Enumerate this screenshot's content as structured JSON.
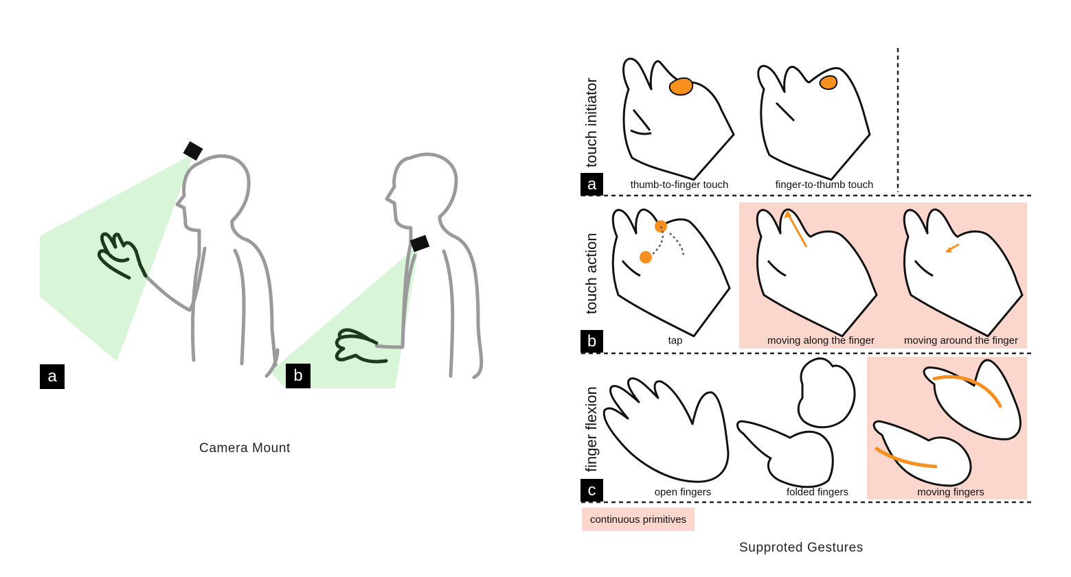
{
  "captions": {
    "left": "Camera Mount",
    "right": "Supproted Gestures"
  },
  "mount_badges": {
    "a": "a",
    "b": "b"
  },
  "rows": [
    {
      "badge": "a",
      "category": "touch initiator",
      "items": [
        "thumb-to-finger touch",
        "finger-to-thumb touch"
      ]
    },
    {
      "badge": "b",
      "category": "touch action",
      "items": [
        "tap",
        "moving along the finger",
        "moving around the finger"
      ]
    },
    {
      "badge": "c",
      "category": "finger flexion",
      "items": [
        "open fingers",
        "folded fingers",
        "moving fingers"
      ]
    }
  ],
  "legend": {
    "label": "continuous primitives"
  },
  "colors": {
    "field_of_view": "#d9f5d7",
    "person_outline": "#9a9a9a",
    "tracked_hand": "#1e3a1e",
    "touch_highlight": "#f7901e",
    "continuous_highlight": "#fbd6cc"
  }
}
